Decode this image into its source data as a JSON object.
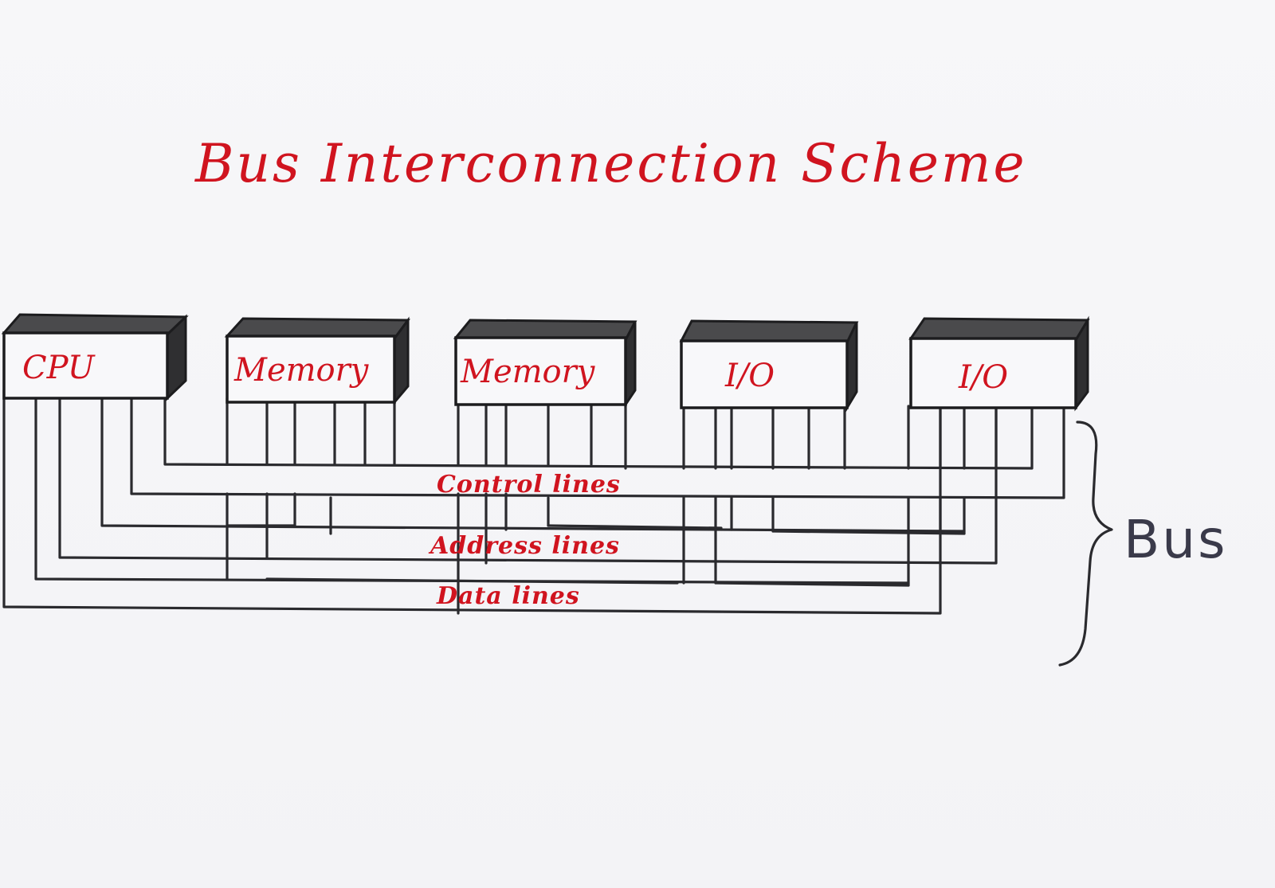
{
  "title": "Bus Interconnection Scheme",
  "components": [
    {
      "id": "cpu",
      "label": "CPU"
    },
    {
      "id": "memory-1",
      "label": "Memory"
    },
    {
      "id": "memory-2",
      "label": "Memory"
    },
    {
      "id": "io-1",
      "label": "I/O"
    },
    {
      "id": "io-2",
      "label": "I/O"
    }
  ],
  "bus_lines": {
    "control": "Control lines",
    "address": "Address lines",
    "data": "Data lines"
  },
  "bus_label": "Bus",
  "colors": {
    "ink_red": "#d0141f",
    "ink_black": "#1c1c1e",
    "paper": "#f6f6f8"
  }
}
